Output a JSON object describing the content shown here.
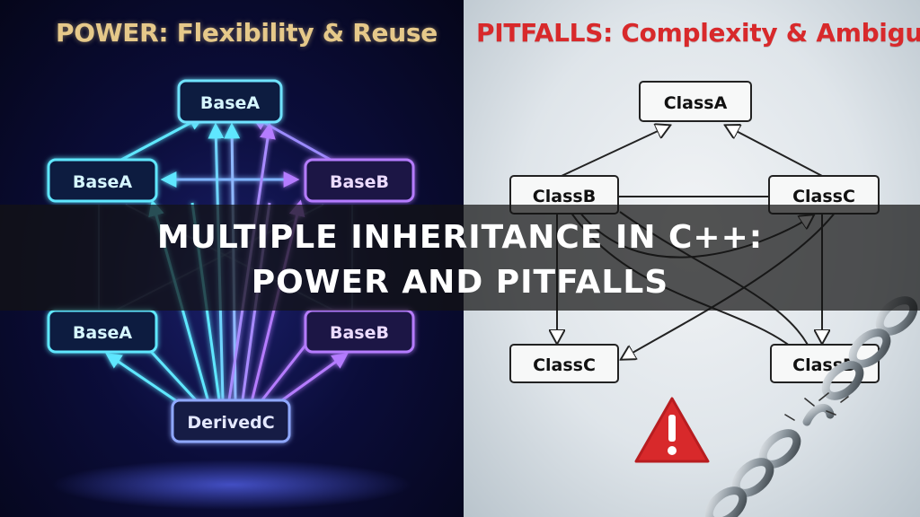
{
  "left": {
    "title": "POWER: Flexibility & Reuse",
    "nodes": {
      "top": "BaseA",
      "mid_left": "BaseA",
      "mid_right": "BaseB",
      "low_left": "BaseA",
      "low_right": "BaseB",
      "bottom": "DerivedC"
    },
    "colors": {
      "cyan": "#5ee7ff",
      "violet": "#b57bff"
    }
  },
  "right": {
    "title": "PITFALLS: Complexity & Ambiguity",
    "nodes": {
      "top": "ClassA",
      "mid_left": "ClassB",
      "mid_right": "ClassC",
      "low_left": "ClassC",
      "low_right": "ClassD"
    },
    "warning_icon": "warning-triangle-icon",
    "chain_icon": "broken-chain-icon",
    "colors": {
      "warning": "#d8292b",
      "title": "#d8292b"
    }
  },
  "banner": {
    "line1": "MULTIPLE INHERITANCE IN C++:",
    "line2": "POWER AND PITFALLS"
  }
}
